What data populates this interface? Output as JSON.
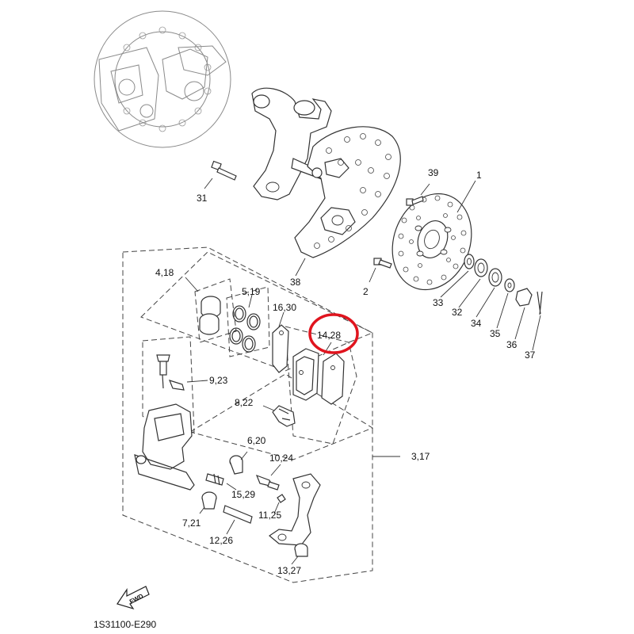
{
  "diagram": {
    "reference_code": "1S31100-E290",
    "fwd_label": "FWD",
    "highlight_color": "#e0141e",
    "callouts": [
      "1",
      "2",
      "3,17",
      "4,18",
      "5,19",
      "6,20",
      "7,21",
      "8,22",
      "9,23",
      "10,24",
      "11,25",
      "12,26",
      "13,27",
      "14,28",
      "15,29",
      "16,30",
      "31",
      "32",
      "33",
      "34",
      "35",
      "36",
      "37",
      "38",
      "39"
    ],
    "highlighted_callout": "14,28"
  }
}
